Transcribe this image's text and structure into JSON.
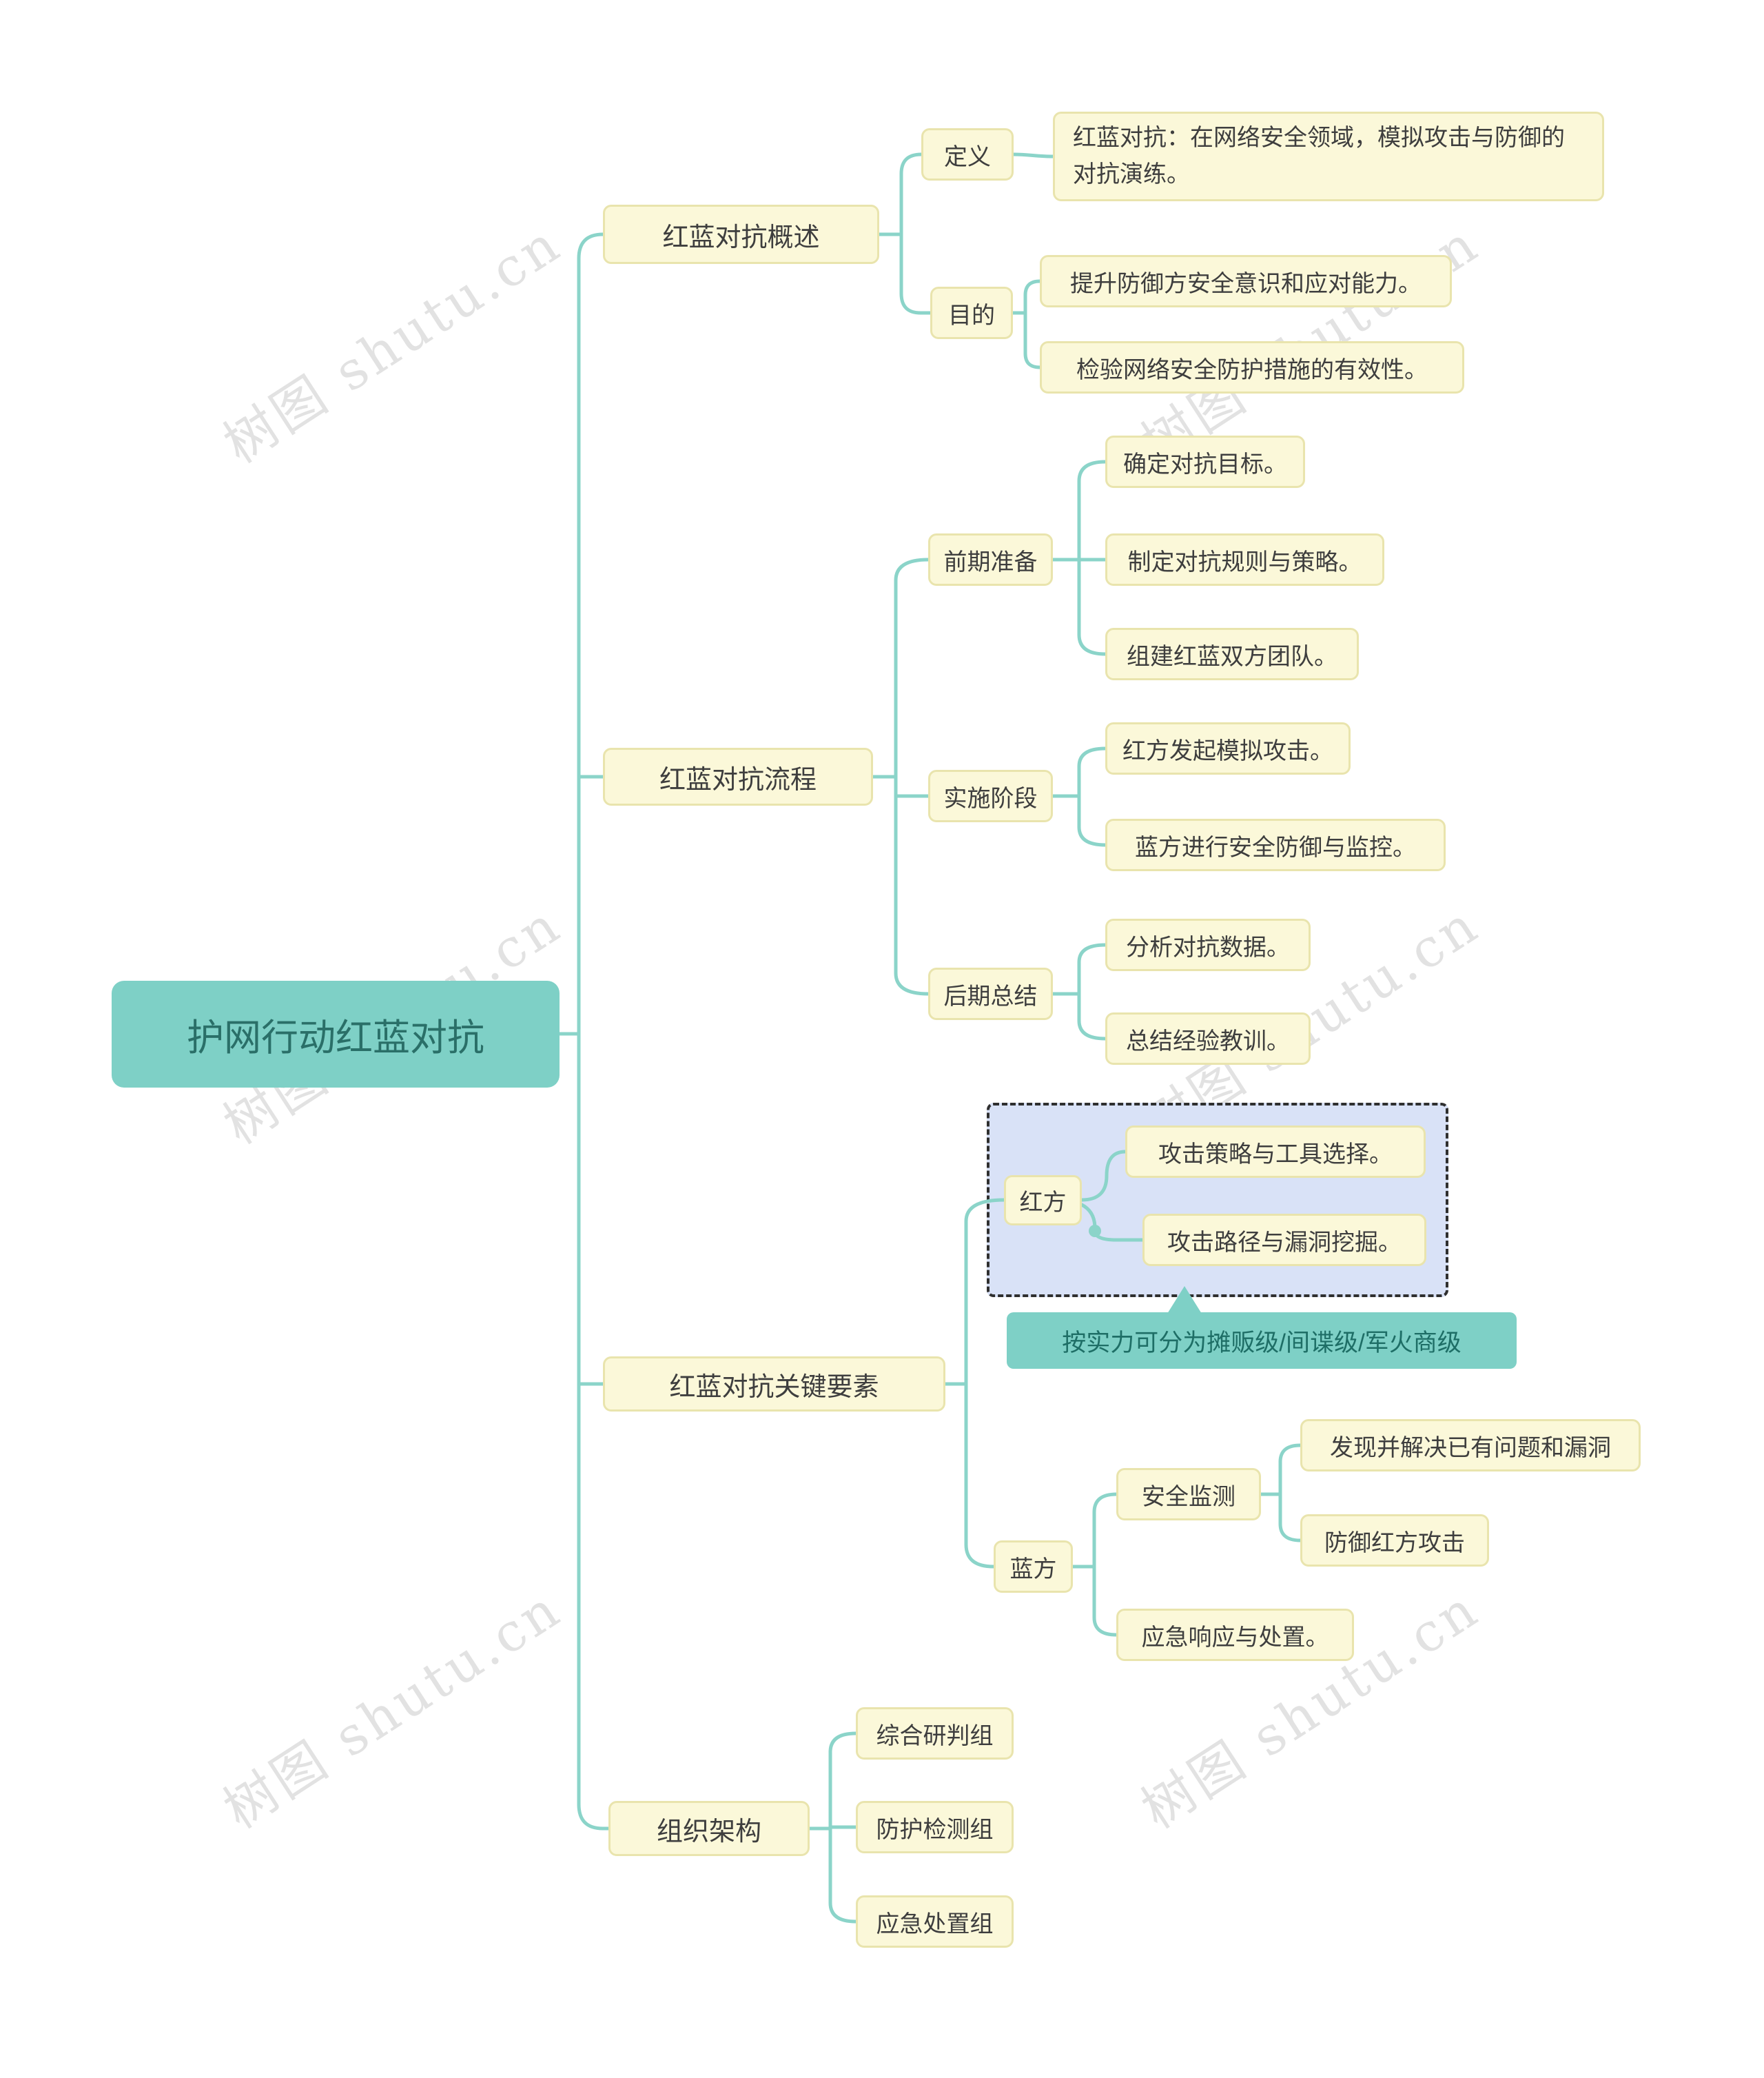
{
  "watermark": {
    "text": "树图 shutu.cn"
  },
  "colors": {
    "accent_teal": "#7ed0c6",
    "line_teal": "#8bd4c9",
    "node_fill": "#fbf8d9",
    "node_border": "#e9e4ad",
    "group_fill": "#d9e2f7"
  },
  "mindmap": {
    "root": "护网行动红蓝对抗",
    "overview": {
      "label": "红蓝对抗概述",
      "definition": {
        "label": "定义",
        "detail": "红蓝对抗：在网络安全领域，模拟攻击与防御的对抗演练。"
      },
      "purpose": {
        "label": "目的",
        "items": [
          "提升防御方安全意识和应对能力。",
          "检验网络安全防护措施的有效性。"
        ]
      }
    },
    "process": {
      "label": "红蓝对抗流程",
      "prep": {
        "label": "前期准备",
        "items": [
          "确定对抗目标。",
          "制定对抗规则与策略。",
          "组建红蓝双方团队。"
        ]
      },
      "impl": {
        "label": "实施阶段",
        "items": [
          "红方发起模拟攻击。",
          "蓝方进行安全防御与监控。"
        ]
      },
      "summary": {
        "label": "后期总结",
        "items": [
          "分析对抗数据。",
          "总结经验教训。"
        ]
      }
    },
    "elements": {
      "label": "红蓝对抗关键要素",
      "red": {
        "label": "红方",
        "items": [
          "攻击策略与工具选择。",
          "攻击路径与漏洞挖掘。"
        ],
        "note": "按实力可分为摊贩级/间谍级/军火商级"
      },
      "blue": {
        "label": "蓝方",
        "monitor": {
          "label": "安全监测",
          "items": [
            "发现并解决已有问题和漏洞",
            "防御红方攻击"
          ]
        },
        "response": "应急响应与处置。"
      }
    },
    "org": {
      "label": "组织架构",
      "items": [
        "综合研判组",
        "防护检测组",
        "应急处置组"
      ]
    }
  }
}
